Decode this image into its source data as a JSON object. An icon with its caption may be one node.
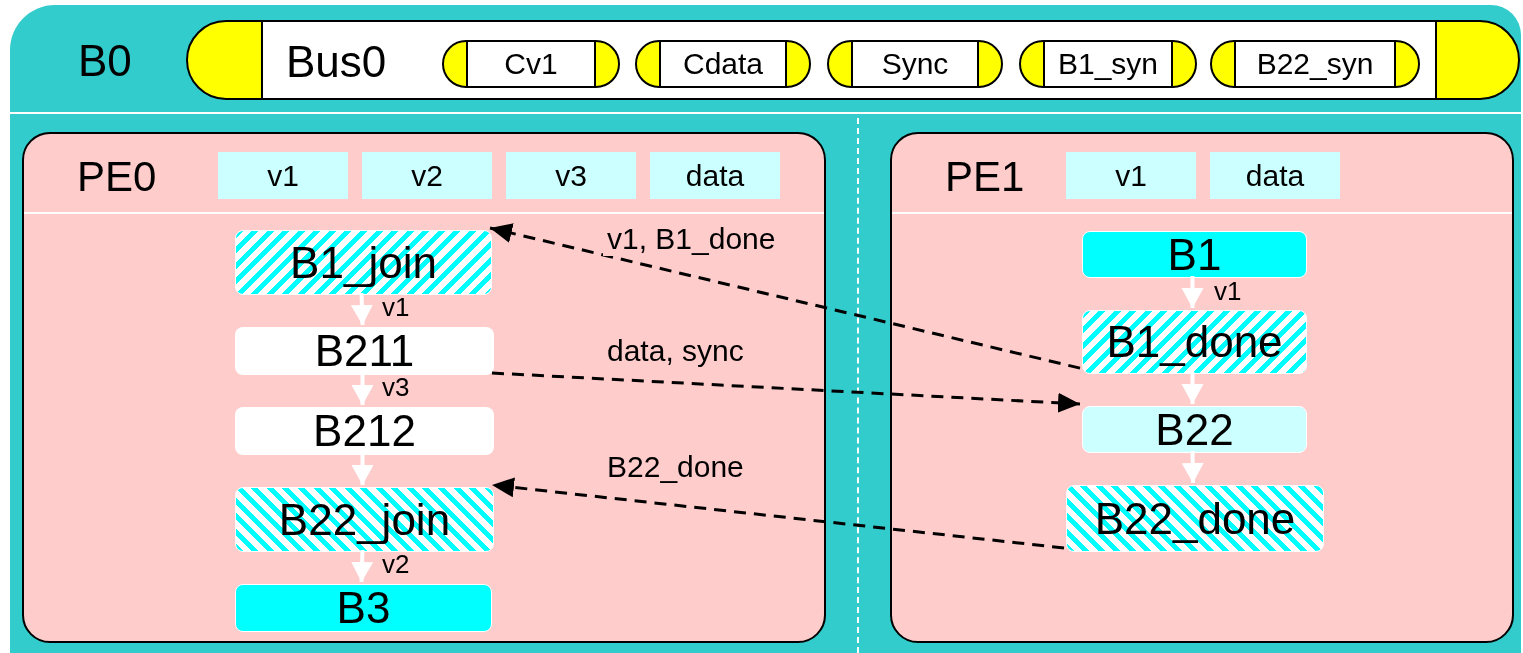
{
  "diagram": {
    "nodes": [
      {
        "text": [
          "B0"
        ]
      },
      {
        "text": [
          "Bus0"
        ],
        "in": 0
      },
      {
        "text": [
          "Cv1"
        ],
        "in": 1
      },
      {
        "text": [
          "Cdata"
        ],
        "in": 1
      },
      {
        "text": [
          "Sync"
        ],
        "in": 1
      },
      {
        "text": [
          "B1_syn"
        ],
        "in": 1
      },
      {
        "text": [
          "B22_syn"
        ],
        "in": 1
      },
      {
        "text": [
          "PE0"
        ],
        "in": 0
      },
      {
        "text": [
          "v1"
        ],
        "in": 7
      },
      {
        "text": [
          "v2"
        ],
        "in": 7
      },
      {
        "text": [
          "v3"
        ],
        "in": 7
      },
      {
        "text": [
          "data"
        ],
        "in": 7
      },
      {
        "text": [
          "B1_join"
        ],
        "in": 7
      },
      {
        "text": [
          "B211"
        ],
        "in": 7
      },
      {
        "text": [
          "B212"
        ],
        "in": 7
      },
      {
        "text": [
          "B22_join"
        ],
        "in": 7
      },
      {
        "text": [
          "B3"
        ],
        "in": 7
      },
      {
        "text": [
          "PE1"
        ],
        "in": 0
      },
      {
        "text": [
          "v1"
        ],
        "in": 17
      },
      {
        "text": [
          "data"
        ],
        "in": 17
      },
      {
        "text": [
          "B1"
        ],
        "in": 17
      },
      {
        "text": [
          "B1_done"
        ],
        "in": 17
      },
      {
        "text": [
          "B22"
        ],
        "in": 17
      },
      {
        "text": [
          "B22_done"
        ],
        "in": 17
      }
    ],
    "edges": [
      {
        "from": 12,
        "to": 13,
        "arrow": "to",
        "label": "v1"
      },
      {
        "from": 13,
        "to": 14,
        "arrow": "to",
        "label": "v3"
      },
      {
        "from": 14,
        "to": 15,
        "arrow": "to"
      },
      {
        "from": 15,
        "to": 16,
        "arrow": "to",
        "label": "v2"
      },
      {
        "from": 20,
        "to": 21,
        "arrow": "to",
        "label": "v1"
      },
      {
        "from": 21,
        "to": 22,
        "arrow": "to"
      },
      {
        "from": 22,
        "to": 23,
        "arrow": "to"
      },
      {
        "from": 21,
        "to": 12,
        "arrow": "to",
        "label": "v1, B1_done",
        "style": "dashed",
        "color": "#000000"
      },
      {
        "from": 13,
        "to": 22,
        "arrow": "to",
        "label": "data, sync",
        "style": "dashed",
        "color": "#000000"
      },
      {
        "from": 23,
        "to": 15,
        "arrow": "to",
        "label": "B22_done",
        "style": "dashed",
        "color": "#000000"
      }
    ]
  }
}
